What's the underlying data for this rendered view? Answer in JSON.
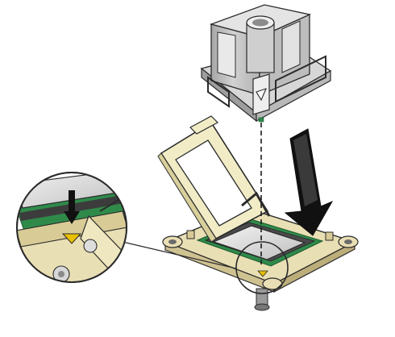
{
  "figure": {
    "kind": "assembly-illustration",
    "components": [
      "cpu-removal-tool",
      "cpu-socket",
      "socket-load-lid",
      "processor",
      "insertion-arrow",
      "alignment-guide-line",
      "detail-magnifier",
      "alignment-triangle-marker",
      "pin-1-triangle-marker"
    ],
    "colors": {
      "outline": "#2b2b2b",
      "tool_body": "#c9c9c9",
      "tool_shadow": "#9e9e9e",
      "lid": "#f1ecc6",
      "socket_frame": "#e9dfb4",
      "pcb_green": "#2f8a4a",
      "pin_marker": "#e8c000",
      "arrow": "#111111"
    }
  }
}
